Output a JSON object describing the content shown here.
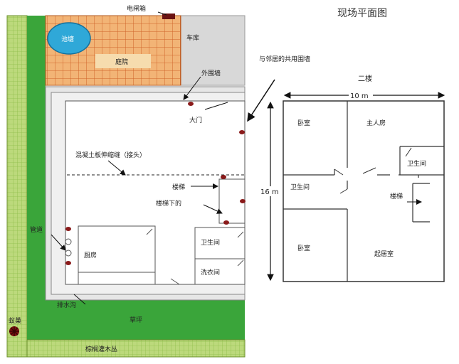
{
  "title": "现场平面图",
  "site": {
    "meter_box": "电闸箱",
    "pond": "池塘",
    "courtyard": "庭院",
    "garage": "车库",
    "outer_wall": "外围墙",
    "gate": "大门",
    "shared_wall": "与邻居的共用围墙",
    "concrete_joint": "混凝土板伸缩缝（接头）",
    "stairs": "楼梯",
    "under_stairs": "楼梯下的",
    "pipe": "管道",
    "kitchen": "厨房",
    "bathroom": "卫生间",
    "laundry": "洗衣间",
    "drain": "排水沟",
    "lawn": "草坪",
    "termite_nest": "蚁巢",
    "shrubs": "棕榈灌木丛"
  },
  "second_floor": {
    "heading": "二楼",
    "width": "10 m",
    "height": "16 m",
    "bedroom_top": "卧室",
    "master_room": "主人房",
    "bathroom_right": "卫生间",
    "bathroom_left": "卫生间",
    "stairs": "楼梯",
    "bedroom_bottom": "卧室",
    "living_room": "起居室"
  },
  "colors": {
    "grass": "#3aa53a",
    "grass_dark": "#2b8a2b",
    "hedge": "#b6d67a",
    "pond": "#2fa8d8",
    "courtyard_tile": "#f0b070",
    "courtyard_grid": "#d0642a",
    "paving": "#d8d8d8",
    "termite": "#8a1a1a"
  }
}
